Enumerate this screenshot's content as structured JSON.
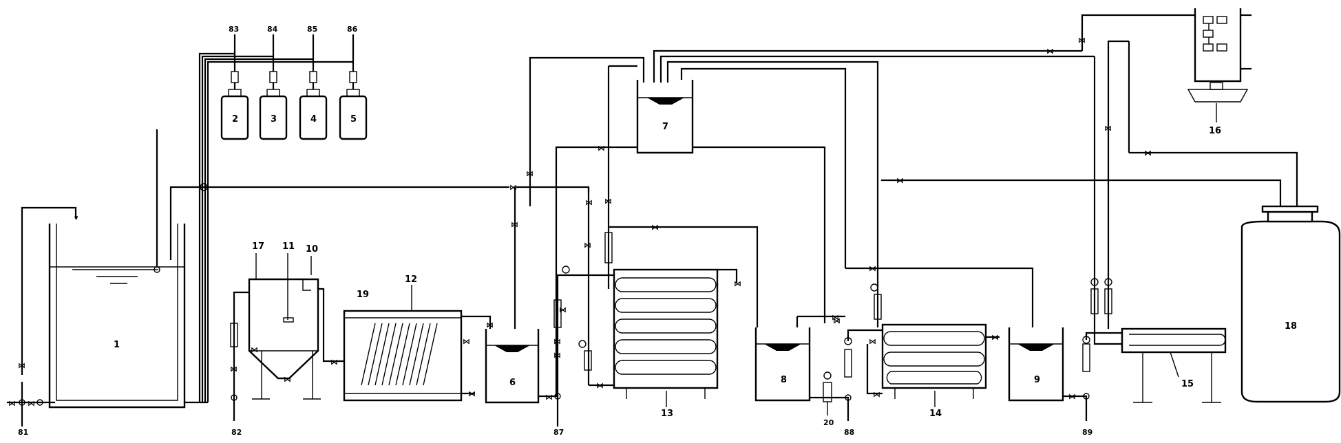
{
  "labels": {
    "tank_1": "1",
    "tank_2": "2",
    "tank_3": "3",
    "tank_4": "4",
    "tank_5": "5",
    "tank_6": "6",
    "tank_7": "7",
    "tank_8": "8",
    "tank_9": "9",
    "item_10": "10",
    "item_11": "11",
    "item_12": "12",
    "item_13": "13",
    "item_14": "14",
    "item_15": "15",
    "item_16": "16",
    "item_17": "17",
    "item_18": "18",
    "item_19": "19",
    "item_20": "20",
    "port_81": "81",
    "port_82": "82",
    "port_83": "83",
    "port_84": "84",
    "port_85": "85",
    "port_86": "86",
    "port_87": "87",
    "port_88": "88",
    "port_89": "89"
  }
}
